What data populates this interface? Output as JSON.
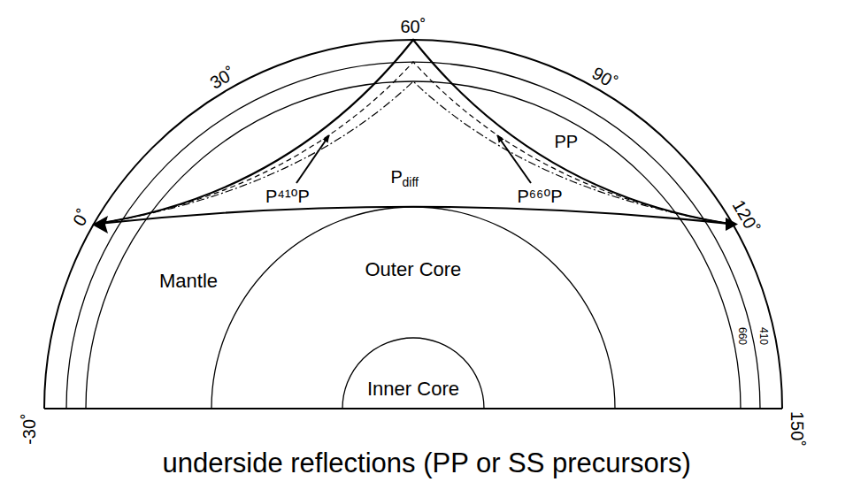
{
  "diagram": {
    "caption": "underside reflections (PP or SS precursors)",
    "labels": [
      "60˚",
      "30˚",
      "90˚",
      "0˚",
      "120˚",
      "-30˚",
      "150˚",
      "PP",
      "P⁴¹⁰P",
      "P",
      "diff",
      "P⁶⁶⁰P",
      "Mantle",
      "Outer Core",
      "660",
      "410",
      "Inner Core"
    ]
  }
}
